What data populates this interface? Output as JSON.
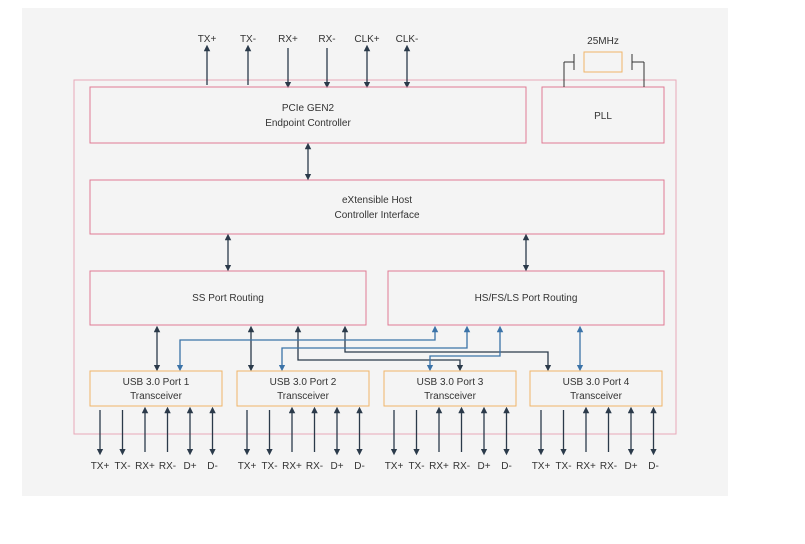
{
  "colors": {
    "panel_bg": "#f4f4f4",
    "outer_border": "#e8a8b8",
    "block_border": "#e07a93",
    "port_border": "#f0b567",
    "dark_line": "#2b3a4a",
    "blue_line": "#3b73a8",
    "text": "#333333"
  },
  "top_signals": [
    "TX+",
    "TX-",
    "RX+",
    "RX-",
    "CLK+",
    "CLK-"
  ],
  "crystal_label": "25MHz",
  "blocks": {
    "pcie_line1": "PCIe GEN2",
    "pcie_line2": "Endpoint Controller",
    "pll": "PLL",
    "xhci_line1": "eXtensible Host",
    "xhci_line2": "Controller Interface",
    "ss_routing": "SS Port Routing",
    "hs_routing": "HS/FS/LS Port Routing"
  },
  "ports": [
    {
      "line1": "USB 3.0 Port 1",
      "line2": "Transceiver",
      "signals": [
        "TX+",
        "TX-",
        "RX+",
        "RX-",
        "D+",
        "D-"
      ]
    },
    {
      "line1": "USB 3.0 Port 2",
      "line2": "Transceiver",
      "signals": [
        "TX+",
        "TX-",
        "RX+",
        "RX-",
        "D+",
        "D-"
      ]
    },
    {
      "line1": "USB 3.0 Port 3",
      "line2": "Transceiver",
      "signals": [
        "TX+",
        "TX-",
        "RX+",
        "RX-",
        "D+",
        "D-"
      ]
    },
    {
      "line1": "USB 3.0 Port 4",
      "line2": "Transceiver",
      "signals": [
        "TX+",
        "TX-",
        "RX+",
        "RX-",
        "D+",
        "D-"
      ]
    }
  ]
}
